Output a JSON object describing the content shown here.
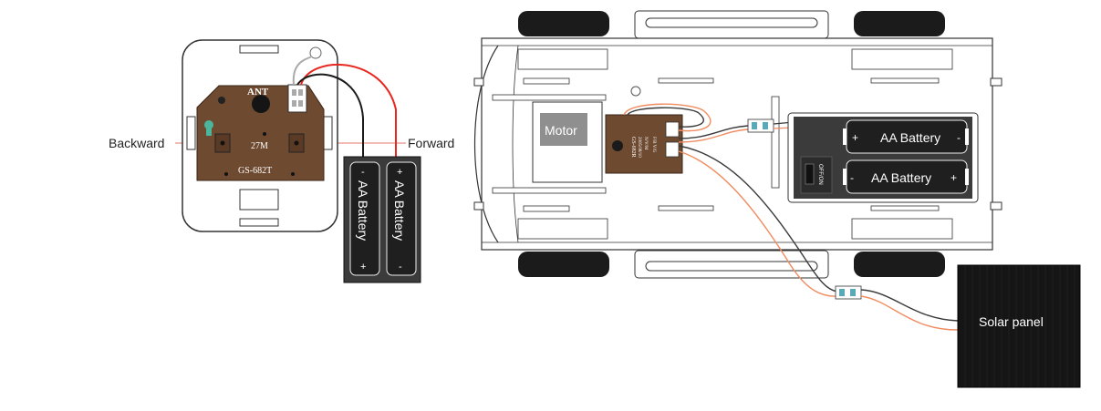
{
  "labels": {
    "backward": "Backward",
    "forward": "Forward",
    "motor": "Motor",
    "solar_panel": "Solar panel",
    "battery": "AA Battery",
    "plus": "+",
    "minus": "-",
    "off_on": "OFF/ON"
  },
  "remote": {
    "ant": "ANT",
    "freq": "27M",
    "model": "GS-682T"
  },
  "receiver": {
    "model": "GS-682R",
    "line1": "2005/08/10",
    "line2": "N/V/M",
    "pins": "F/B V/G"
  },
  "colors": {
    "pcb": "#6e4a31",
    "wire_red": "#e8271f",
    "wire_black": "#1a1a1a",
    "wire_orange": "#f08c60",
    "wire_dark": "#3a3a3a",
    "battery_body": "#3b3b3b",
    "panel": "#151515",
    "motor_box": "#8f8f8f",
    "outline": "#333333"
  }
}
